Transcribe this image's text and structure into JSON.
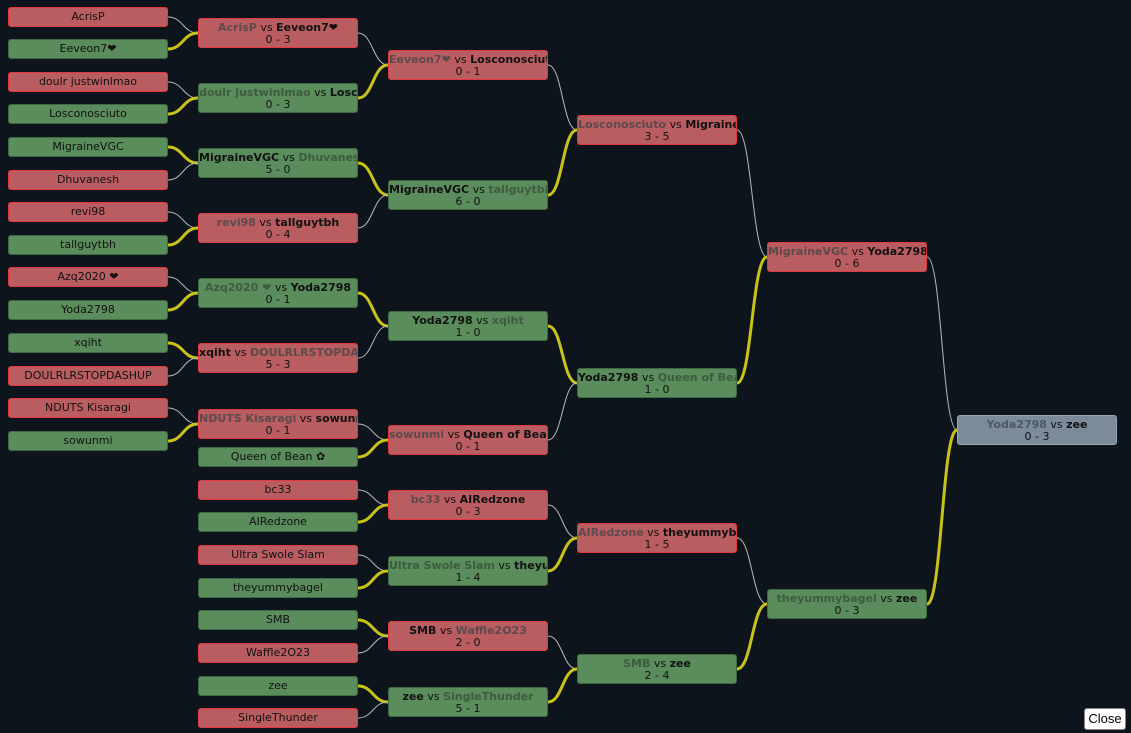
{
  "players": [
    {
      "name": "AcrisP",
      "status": "lose"
    },
    {
      "name": "Eeveon7❤",
      "status": "win"
    },
    {
      "name": "doulr justwinlmao",
      "status": "lose"
    },
    {
      "name": "Losconosciuto",
      "status": "win"
    },
    {
      "name": "MigraineVGC",
      "status": "win"
    },
    {
      "name": "Dhuvanesh",
      "status": "lose"
    },
    {
      "name": "revi98",
      "status": "lose"
    },
    {
      "name": "tallguytbh",
      "status": "win"
    },
    {
      "name": "Azq2020 ❤",
      "status": "lose"
    },
    {
      "name": "Yoda2798",
      "status": "win"
    },
    {
      "name": "xqiht",
      "status": "win"
    },
    {
      "name": "DOULRLRSTOPDASHUP",
      "status": "lose"
    },
    {
      "name": "NDUTS Kisaragi",
      "status": "lose"
    },
    {
      "name": "sowunmi",
      "status": "win"
    },
    {
      "name": "Queen of Bean ✿",
      "status": "win"
    },
    {
      "name": "bc33",
      "status": "lose"
    },
    {
      "name": "AIRedzone",
      "status": "win"
    },
    {
      "name": "Ultra Swole Slam",
      "status": "lose"
    },
    {
      "name": "theyummybagel",
      "status": "win"
    },
    {
      "name": "SMB",
      "status": "win"
    },
    {
      "name": "Waffle2O23",
      "status": "lose"
    },
    {
      "name": "zee",
      "status": "win"
    },
    {
      "name": "SingleThunder",
      "status": "lose"
    }
  ],
  "matches": [
    {
      "a": "AcrisP",
      "b": "Eeveon7❤",
      "winner": "b",
      "score": "0 - 3",
      "status": "lose"
    },
    {
      "a": "doulr justwinlmao",
      "b": "Losconosciuto",
      "winner": "b",
      "score": "0 - 3",
      "status": "win"
    },
    {
      "a": "MigraineVGC",
      "b": "Dhuvanesh",
      "winner": "a",
      "score": "5 - 0",
      "status": "win"
    },
    {
      "a": "revi98",
      "b": "tallguytbh",
      "winner": "b",
      "score": "0 - 4",
      "status": "lose"
    },
    {
      "a": "Azq2020 ❤",
      "b": "Yoda2798",
      "winner": "b",
      "score": "0 - 1",
      "status": "win"
    },
    {
      "a": "xqiht",
      "b": "DOULRLRSTOPDASHUP",
      "winner": "a",
      "score": "5 - 3",
      "status": "lose"
    },
    {
      "a": "NDUTS Kisaragi",
      "b": "sowunmi",
      "winner": "b",
      "score": "0 - 1",
      "status": "lose"
    },
    {
      "a": "Eeveon7❤",
      "b": "Losconosciuto",
      "winner": "b",
      "score": "0 - 1",
      "status": "lose"
    },
    {
      "a": "MigraineVGC",
      "b": "tallguytbh",
      "winner": "a",
      "score": "6 - 0",
      "status": "win"
    },
    {
      "a": "Yoda2798",
      "b": "xqiht",
      "winner": "a",
      "score": "1 - 0",
      "status": "win"
    },
    {
      "a": "sowunmi",
      "b": "Queen of Bean ✿",
      "winner": "b",
      "score": "0 - 1",
      "status": "lose"
    },
    {
      "a": "bc33",
      "b": "AIRedzone",
      "winner": "b",
      "score": "0 - 3",
      "status": "lose"
    },
    {
      "a": "Ultra Swole Slam",
      "b": "theyummybagel",
      "winner": "b",
      "score": "1 - 4",
      "status": "win"
    },
    {
      "a": "SMB",
      "b": "Waffle2O23",
      "winner": "a",
      "score": "2 - 0",
      "status": "lose"
    },
    {
      "a": "zee",
      "b": "SingleThunder",
      "winner": "a",
      "score": "5 - 1",
      "status": "win"
    },
    {
      "a": "Losconosciuto",
      "b": "MigraineVGC",
      "winner": "b",
      "score": "3 - 5",
      "status": "lose"
    },
    {
      "a": "Yoda2798",
      "b": "Queen of Bean ✿",
      "winner": "a",
      "score": "1 - 0",
      "status": "win"
    },
    {
      "a": "AIRedzone",
      "b": "theyummybagel",
      "winner": "b",
      "score": "1 - 5",
      "status": "lose"
    },
    {
      "a": "SMB",
      "b": "zee",
      "winner": "b",
      "score": "2 - 4",
      "status": "win"
    },
    {
      "a": "MigraineVGC",
      "b": "Yoda2798",
      "winner": "b",
      "score": "0 - 6",
      "status": "lose"
    },
    {
      "a": "theyummybagel",
      "b": "zee",
      "winner": "b",
      "score": "0 - 3",
      "status": "win"
    },
    {
      "a": "Yoda2798",
      "b": "zee",
      "winner": "b",
      "score": "0 - 3",
      "status": "final"
    }
  ],
  "vs_label": "vs",
  "close_label": "Close",
  "colors": {
    "win_fill": "#5a8c5c",
    "lose_fill": "#b95d61",
    "final_fill": "#7b8b99",
    "winner_wire": "#c8c21a",
    "loser_wire": "#b9b9b9"
  }
}
